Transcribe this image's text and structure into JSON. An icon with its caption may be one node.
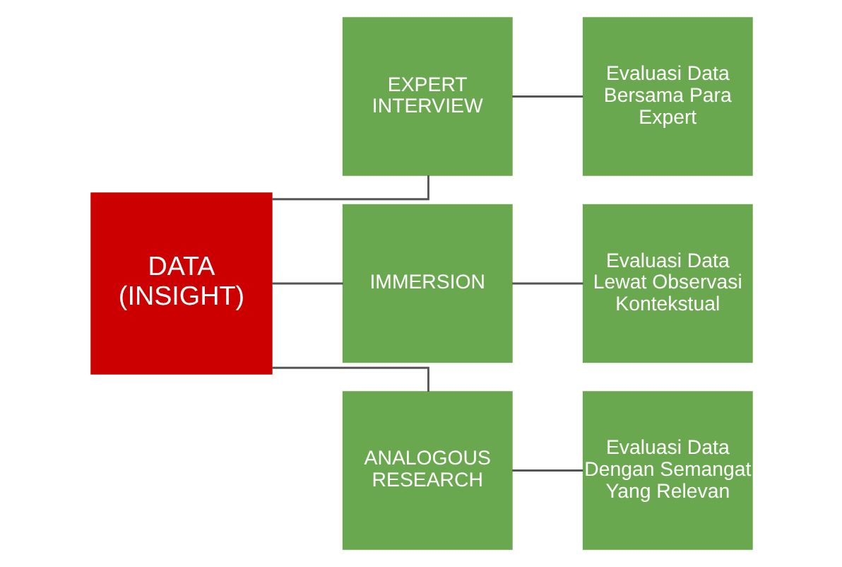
{
  "diagram": {
    "nodes": [
      {
        "text": [
          "DATA (INSIGHT)"
        ]
      },
      {
        "text": [
          "EXPERT INTERVIEW"
        ]
      },
      {
        "text": [
          "Evaluasi Data Bersama Para Expert"
        ]
      },
      {
        "text": [
          "IMMERSION"
        ]
      },
      {
        "text": [
          "Evaluasi Data Lewat Observasi Kontekstual"
        ]
      },
      {
        "text": [
          "ANALOGOUS RESEARCH"
        ]
      },
      {
        "text": [
          "Evaluasi Data Dengan Semangat Yang Relevan"
        ]
      }
    ],
    "edges": [
      {
        "from": 0,
        "to": 1,
        "arrow": "none"
      },
      {
        "from": 0,
        "to": 3,
        "arrow": "none"
      },
      {
        "from": 0,
        "to": 5,
        "arrow": "none"
      },
      {
        "from": 1,
        "to": 2,
        "arrow": "none"
      },
      {
        "from": 3,
        "to": 4,
        "arrow": "none"
      },
      {
        "from": 5,
        "to": 6,
        "arrow": "none"
      }
    ]
  }
}
